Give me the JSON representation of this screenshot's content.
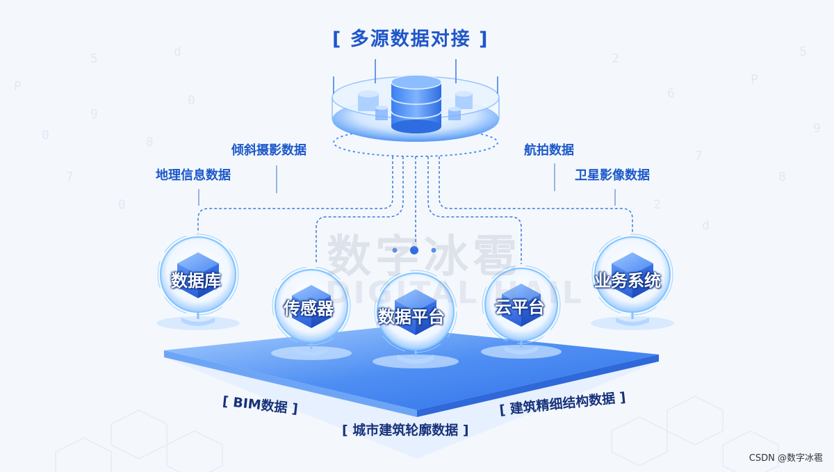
{
  "title": "[ 多源数据对接 ]",
  "sources": {
    "oblique": "倾斜摄影数据",
    "gis": "地理信息数据",
    "aerial": "航拍数据",
    "satellite": "卫星影像数据"
  },
  "nodes": [
    "数据库",
    "传感器",
    "数据平台",
    "云平台",
    "业务系统"
  ],
  "platform_labels": {
    "bim": "[ BIM数据 ]",
    "city": "[ 城市建筑轮廓数据 ]",
    "fine": "[ 建筑精细结构数据 ]"
  },
  "watermark": {
    "main": "数字冰雹",
    "sub": "DIGITAL HAIL"
  },
  "credit": "CSDN @数字冰雹",
  "colors": {
    "accent": "#1f56c8",
    "node_blue": "#3d7cf0",
    "glow": "#7fc4ff"
  }
}
